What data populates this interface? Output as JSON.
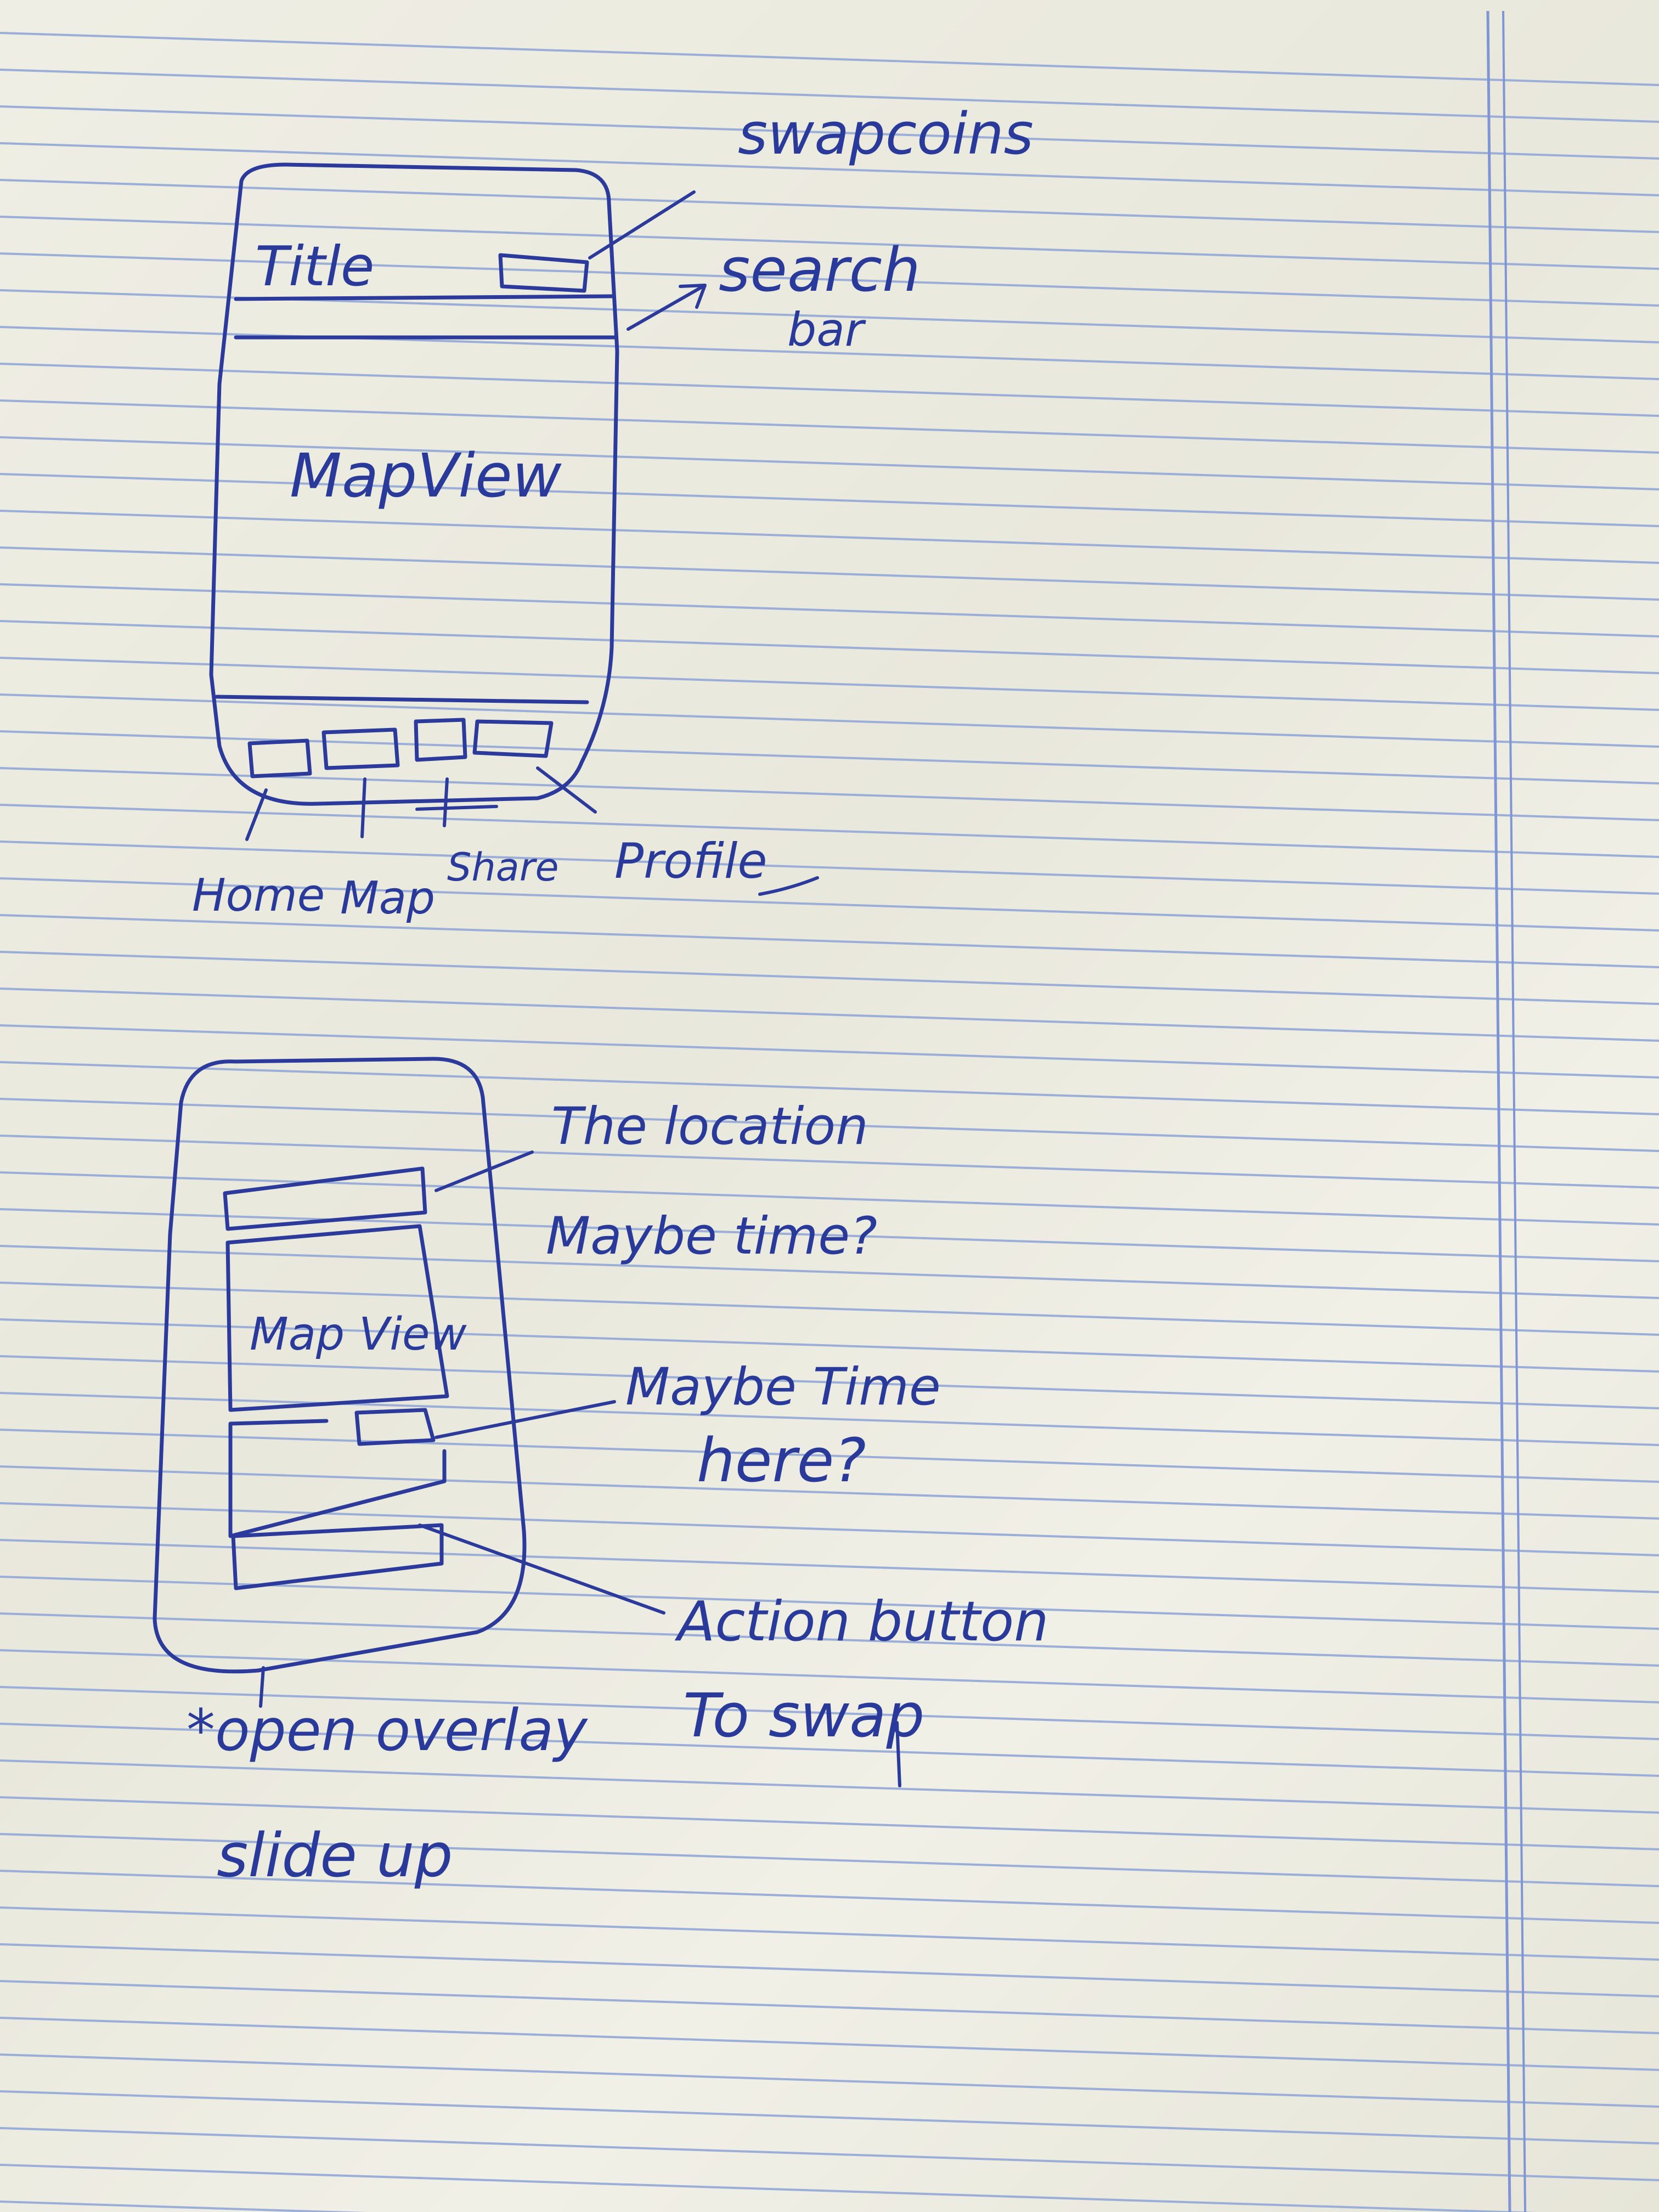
{
  "colors": {
    "paper": "#ecebe0",
    "rule_line": "#9aaed8",
    "margin_line": "#7f95d6",
    "ink": "#2b3a9b"
  },
  "sketch1": {
    "title": "Title",
    "swapcoins_label": "swapcoins",
    "search_label_line1": "search",
    "search_label_line2": "bar",
    "mapview": "MapView",
    "nav": {
      "home": "Home",
      "map": "Map",
      "share": "Share",
      "profile": "Profile"
    }
  },
  "sketch2": {
    "location_note_line1": "The location",
    "location_note_line2": "Maybe time?",
    "mapview": "Map View",
    "time_note_line1": "Maybe Time",
    "time_note_line2": "here?",
    "action_note_line1": "Action button",
    "action_note_line2": "To swap",
    "caption_line1": "*open overlay",
    "caption_line2": "slide up"
  }
}
